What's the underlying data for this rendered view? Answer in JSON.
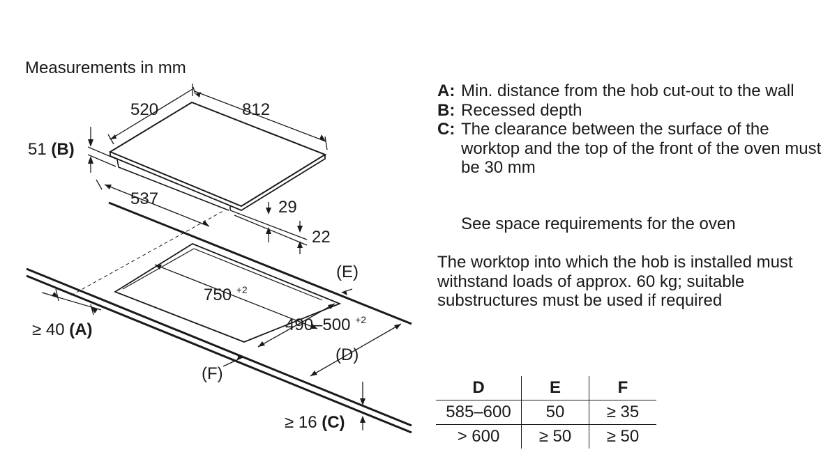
{
  "title": "Measurements in mm",
  "legend": [
    {
      "key": "A:",
      "text": "Min. distance from the hob cut-out to the wall"
    },
    {
      "key": "B:",
      "text": "Recessed depth"
    },
    {
      "key": "C:",
      "text": "The clearance between the surface of the worktop and the top of the front of the oven must be 30 mm"
    }
  ],
  "oven_note": "See space requirements for the oven",
  "worktop_note": "The worktop into which the hob is installed must withstand loads of approx. 60 kg; suitable substructures must be used if required",
  "dimensions": {
    "hob_width": "812",
    "hob_depth": "520",
    "recessed_depth": "51",
    "recessed_label": "(B)",
    "inner_width": "537",
    "inner_height": "29",
    "lower_height": "22",
    "cutout_width": "750",
    "cutout_width_tol": "+2",
    "cutout_depth": "490–500",
    "cutout_depth_tol": "+2",
    "min_wall": "≥ 40",
    "min_wall_label": "(A)",
    "label_e": "(E)",
    "label_d": "(D)",
    "label_f": "(F)",
    "min_clearance": "≥ 16",
    "min_clearance_label": "(C)"
  },
  "table": {
    "headers": [
      "D",
      "E",
      "F"
    ],
    "rows": [
      [
        "585–600",
        "50",
        "≥ 35"
      ],
      [
        "> 600",
        "≥ 50",
        "≥ 50"
      ]
    ]
  }
}
